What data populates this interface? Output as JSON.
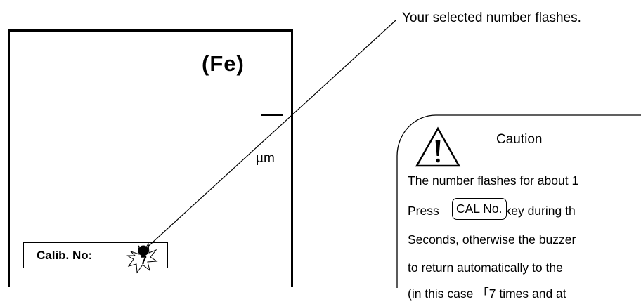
{
  "display": {
    "material": "(Fe)",
    "reading": "—",
    "unit": "µm",
    "calib_label": "Calib. No:",
    "calib_number": "7"
  },
  "callout": {
    "text": "Your selected number flashes."
  },
  "caution": {
    "title": "Caution",
    "lines": [
      "The number flashes for about 1",
      "Press",
      "key during th",
      "Seconds, otherwise the buzzer",
      "to return   automatically to the",
      "(in this case 「7 times and at"
    ],
    "key_label": "CAL No."
  },
  "icons": [
    "warning-triangle-icon",
    "flash-burst-icon"
  ]
}
